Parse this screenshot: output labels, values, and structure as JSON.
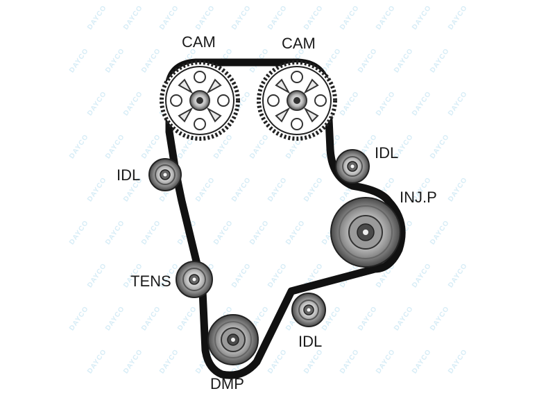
{
  "labels": {
    "cam_left": "CAM",
    "cam_right": "CAM",
    "idl_left": "IDL",
    "idl_right_upper": "IDL",
    "inj_pump": "INJ.P",
    "tens": "TENS",
    "idl_lower": "IDL",
    "dmp": "DMP"
  },
  "watermark": "DAYCO",
  "colors": {
    "belt": "#111111",
    "pulley_fill": "#9a9a9a",
    "pulley_dark": "#3a3a3a",
    "gear_fill": "#ffffff",
    "watermark": "#d6ecf6"
  }
}
